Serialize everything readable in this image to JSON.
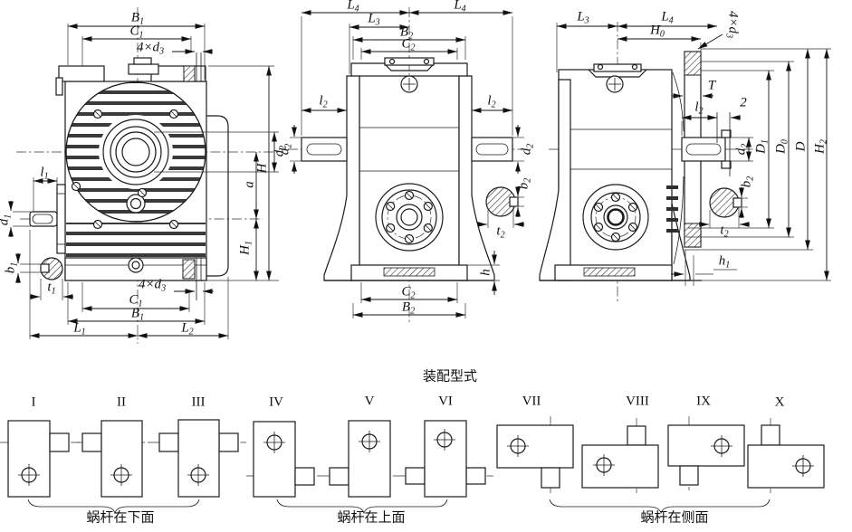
{
  "labels": {
    "B1": {
      "b": "B",
      "s": "1"
    },
    "C1": {
      "b": "C",
      "s": "1"
    },
    "d3": {
      "b": "4×d",
      "s": "3"
    },
    "H": {
      "b": "H",
      "s": ""
    },
    "d2": {
      "b": "d",
      "s": "2"
    },
    "a": {
      "b": "a",
      "s": ""
    },
    "H1": {
      "b": "H",
      "s": "1"
    },
    "l1": {
      "b": "l",
      "s": "1"
    },
    "d1": {
      "b": "d",
      "s": "1"
    },
    "b1": {
      "b": "b",
      "s": "1"
    },
    "t1": {
      "b": "t",
      "s": "1"
    },
    "L1": {
      "b": "L",
      "s": "1"
    },
    "L2": {
      "b": "L",
      "s": "2"
    },
    "L3": {
      "b": "L",
      "s": "3"
    },
    "L4": {
      "b": "L",
      "s": "4"
    },
    "B2": {
      "b": "B",
      "s": "2"
    },
    "C2": {
      "b": "C",
      "s": "2"
    },
    "l2": {
      "b": "l",
      "s": "2"
    },
    "b2": {
      "b": "b",
      "s": "2"
    },
    "t2": {
      "b": "t",
      "s": "2"
    },
    "h": {
      "b": "h",
      "s": ""
    },
    "H0": {
      "b": "H",
      "s": "0"
    },
    "T": {
      "b": "T",
      "s": ""
    },
    "two": {
      "b": "2",
      "s": ""
    },
    "D1": {
      "b": "D",
      "s": "1"
    },
    "D0": {
      "b": "D",
      "s": "0"
    },
    "D": {
      "b": "D",
      "s": ""
    },
    "H2": {
      "b": "H",
      "s": "2"
    },
    "h1": {
      "b": "h",
      "s": "1"
    }
  },
  "assembly": {
    "title": "装配型式",
    "groups": [
      {
        "caption": "蜗杆在下面",
        "types": [
          "I",
          "II",
          "III"
        ]
      },
      {
        "caption": "蜗杆在上面",
        "types": [
          "IV",
          "V",
          "VI"
        ]
      },
      {
        "caption": "蜗杆在侧面",
        "types": [
          "VII",
          "VIII",
          "IX",
          "X"
        ]
      }
    ]
  },
  "colors": {
    "line": "#1b1b1b",
    "paper": "#ffffff"
  }
}
